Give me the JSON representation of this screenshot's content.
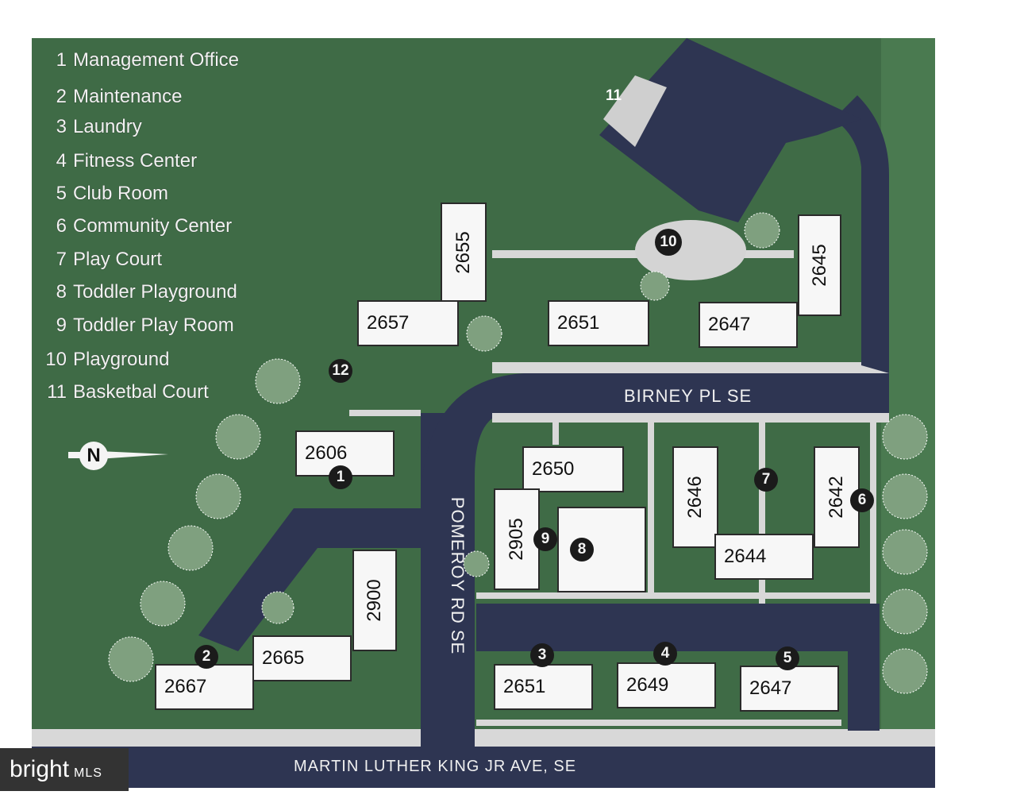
{
  "legend": [
    {
      "num": "1",
      "label": "Management Office"
    },
    {
      "num": "2",
      "label": "Maintenance"
    },
    {
      "num": "3",
      "label": "Laundry"
    },
    {
      "num": "4",
      "label": "Fitness Center"
    },
    {
      "num": "5",
      "label": "Club Room"
    },
    {
      "num": "6",
      "label": "Community Center"
    },
    {
      "num": "7",
      "label": "Play Court"
    },
    {
      "num": "8",
      "label": "Toddler Playground"
    },
    {
      "num": "9",
      "label": "Toddler Play Room"
    },
    {
      "num": "10",
      "label": "Playground"
    },
    {
      "num": "11",
      "label": "Basketbal Court"
    }
  ],
  "buildings": [
    "2655",
    "2657",
    "2651",
    "2647",
    "2645",
    "2606",
    "2650",
    "2905",
    "2646",
    "2642",
    "2644",
    "2900",
    "2665",
    "2667",
    "2651",
    "2649",
    "2647"
  ],
  "markers": [
    "1",
    "2",
    "3",
    "4",
    "5",
    "6",
    "7",
    "8",
    "9",
    "10",
    "11",
    "12"
  ],
  "streets": {
    "birney": "BIRNEY PL SE",
    "pomeroy": "POMEROY RD SE",
    "mlk": "MARTIN LUTHER KING JR AVE, SE"
  },
  "compass": "N",
  "brand": {
    "name": "bright",
    "suffix": "MLS"
  },
  "colors": {
    "grass": "#3f6b46",
    "road": "#2e3552",
    "building": "#f7f7f7",
    "path": "#d8d8d8"
  }
}
